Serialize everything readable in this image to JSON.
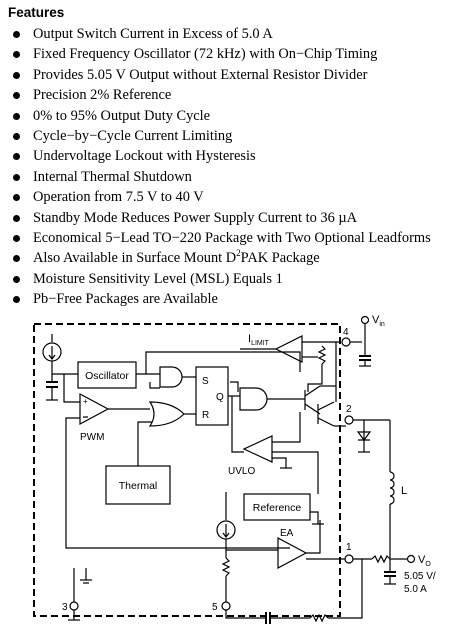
{
  "heading": "Features",
  "features": [
    "Output Switch Current in Excess of 5.0 A",
    "Fixed Frequency Oscillator (72 kHz) with On−Chip Timing",
    "Provides 5.05 V Output without External Resistor Divider",
    "Precision 2% Reference",
    "0% to 95% Output Duty Cycle",
    "Cycle−by−Cycle Current Limiting",
    "Undervoltage Lockout with Hysteresis",
    "Internal Thermal Shutdown",
    "Operation from 7.5 V to 40 V",
    "Standby Mode Reduces Power Supply Current to 36 µA",
    "Economical 5−Lead TO−220 Package with Two Optional Leadforms"
  ],
  "feature_d2pak": {
    "before": "Also Available in Surface Mount D",
    "sup": "2",
    "after": "PAK Package"
  },
  "features_tail": [
    "Moisture Sensitivity Level (MSL) Equals 1",
    "Pb−Free Packages are Available"
  ],
  "diagram": {
    "oscillator": "Oscillator",
    "pwm": "PWM",
    "thermal": "Thermal",
    "reference": "Reference",
    "uvlo": "UVLO",
    "ea": "EA",
    "ilimit_main": "I",
    "ilimit_sub": "LIMIT",
    "latch_s": "S",
    "latch_q": "Q",
    "latch_r": "R",
    "pin1": "1",
    "pin2": "2",
    "pin3": "3",
    "pin4": "4",
    "pin5": "5",
    "vin_main": "V",
    "vin_sub": "in",
    "vo_main": "V",
    "vo_sub": "O",
    "inductor": "L",
    "out_voltage": "5.05 V/",
    "out_current": "5.0 A"
  }
}
